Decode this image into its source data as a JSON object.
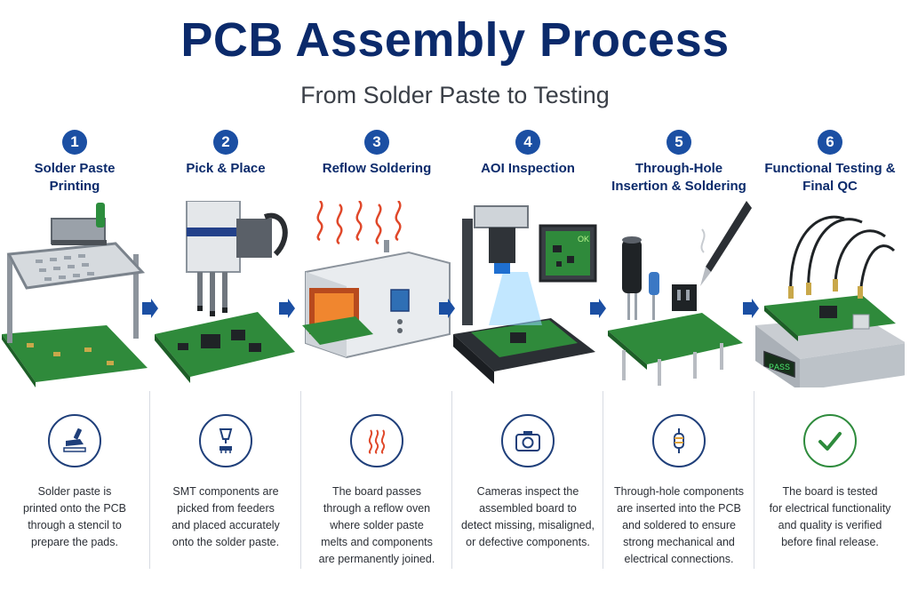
{
  "title": "PCB Assembly Process",
  "subtitle": "From Solder Paste to Testing",
  "colors": {
    "title": "#0b2a6b",
    "accent": "#1b4fa3",
    "pcb": "#2f8a3b",
    "pass": "#2e8b3c"
  },
  "steps": [
    {
      "number": "1",
      "title_lines": [
        "Solder Paste",
        "Printing"
      ],
      "icon": "squeegee-icon",
      "desc_lines": [
        "Solder paste is",
        "printed onto the PCB",
        "through a stencil to",
        "prepare the pads."
      ]
    },
    {
      "number": "2",
      "title_lines": [
        "Pick & Place"
      ],
      "icon": "nozzle-icon",
      "desc_lines": [
        "SMT components are",
        "picked from feeders",
        "and placed accurately",
        "onto the solder paste."
      ]
    },
    {
      "number": "3",
      "title_lines": [
        "Reflow Soldering"
      ],
      "icon": "heat-waves-icon",
      "desc_lines": [
        "The board passes",
        "through a reflow oven",
        "where solder paste",
        "melts and components",
        "are permanently joined."
      ]
    },
    {
      "number": "4",
      "title_lines": [
        "AOI Inspection"
      ],
      "icon": "camera-icon",
      "desc_lines": [
        "Cameras inspect the",
        "assembled board to",
        "detect missing, misaligned,",
        "or defective components."
      ]
    },
    {
      "number": "5",
      "title_lines": [
        "Through-Hole",
        "Insertion & Soldering"
      ],
      "icon": "resistor-icon",
      "desc_lines": [
        "Through-hole components",
        "are inserted into the PCB",
        "and soldered to ensure",
        "strong mechanical and",
        "electrical connections."
      ]
    },
    {
      "number": "6",
      "title_lines": [
        "Functional Testing &",
        "Final QC"
      ],
      "icon": "checkmark-icon",
      "desc_lines": [
        "The board is tested",
        "for electrical functionality",
        "and quality is verified",
        "before final release."
      ]
    }
  ],
  "aoi_screen_text": "OK",
  "tester_display_text": "PASS"
}
